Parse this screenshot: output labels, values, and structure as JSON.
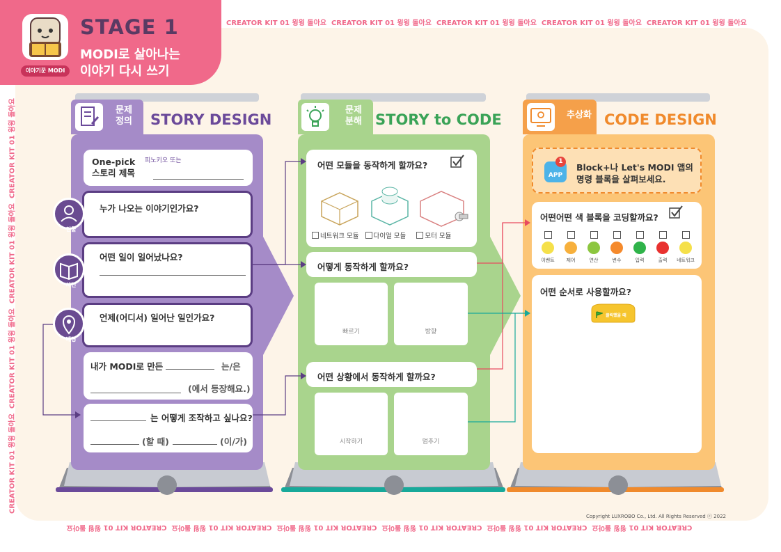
{
  "header": {
    "stage": "STAGE 1",
    "subtitle_line1": "MODI로 살아나는",
    "subtitle_line2": "이야기 다시 쓰기",
    "logo_caption": "이야기꾼 MODI"
  },
  "watermark_text": "CREATOR KIT 01 윙윙 돌아요",
  "columns": {
    "story_design": {
      "tab_label": "문제\n정의",
      "title": "STORY DESIGN",
      "color": "#a58bc8",
      "title_color": "#6b4a9a",
      "card_title": {
        "label": "One-pick\n스토리 제목",
        "hint": "피노키오 또는"
      },
      "who": {
        "question": "누가 나오는 이야기인가요?",
        "icon_label": "인물"
      },
      "what": {
        "question": "어떤 일이 일어났나요?",
        "icon_label": "사건"
      },
      "when": {
        "question": "언제(어디서) 일어난 일인가요?",
        "icon_label": "배경"
      },
      "made": {
        "prefix": "내가 MODI로 만든",
        "suffix1": "는/은",
        "suffix2": "(에서 등장해요.)"
      },
      "control": {
        "question": "는 어떻게 조작하고 싶나요?",
        "when_label": "(할 때)",
        "subject_label": "(이/가)"
      }
    },
    "story_to_code": {
      "tab_label": "문제\n분해",
      "title": "STORY to CODE",
      "color": "#a9d48d",
      "title_color": "#3aa357",
      "module_question": "어떤 모듈을 동작하게 할까요?",
      "modules": [
        "네트워크 모듈",
        "다이얼 모듈",
        "모터 모듈"
      ],
      "how_question": "어떻게 동작하게 할까요?",
      "how_boxes": [
        "빠르기",
        "방향"
      ],
      "situation_question": "어떤 상황에서 동작하게 할까요?",
      "situation_boxes": [
        "시작하기",
        "멈추기"
      ]
    },
    "code_design": {
      "tab_label": "추상화",
      "title": "CODE DESIGN",
      "color": "#fcc576",
      "title_color": "#f08a2c",
      "app_badge": "1",
      "app_label": "APP",
      "app_text_line1": "Block+나 Let's MODI 앱의",
      "app_text_line2": "명령 블록을 살펴보세요.",
      "block_question": "어떤어떤 색 블록을 코딩할까요?",
      "blocks": [
        {
          "label": "이벤트",
          "color": "#f5e04a"
        },
        {
          "label": "제어",
          "color": "#f7b03c"
        },
        {
          "label": "연산",
          "color": "#8cc63f"
        },
        {
          "label": "변수",
          "color": "#f58a2c"
        },
        {
          "label": "입력",
          "color": "#2fb34a"
        },
        {
          "label": "출력",
          "color": "#e8312f"
        },
        {
          "label": "네트워크",
          "color": "#f5e04a"
        }
      ],
      "order_question": "어떤 순서로 사용할까요?",
      "start_block": "클릭했을 때"
    }
  },
  "copyright": "Copyright LUXROBO Co., Ltd. All Rights Reserved ⓒ 2022"
}
